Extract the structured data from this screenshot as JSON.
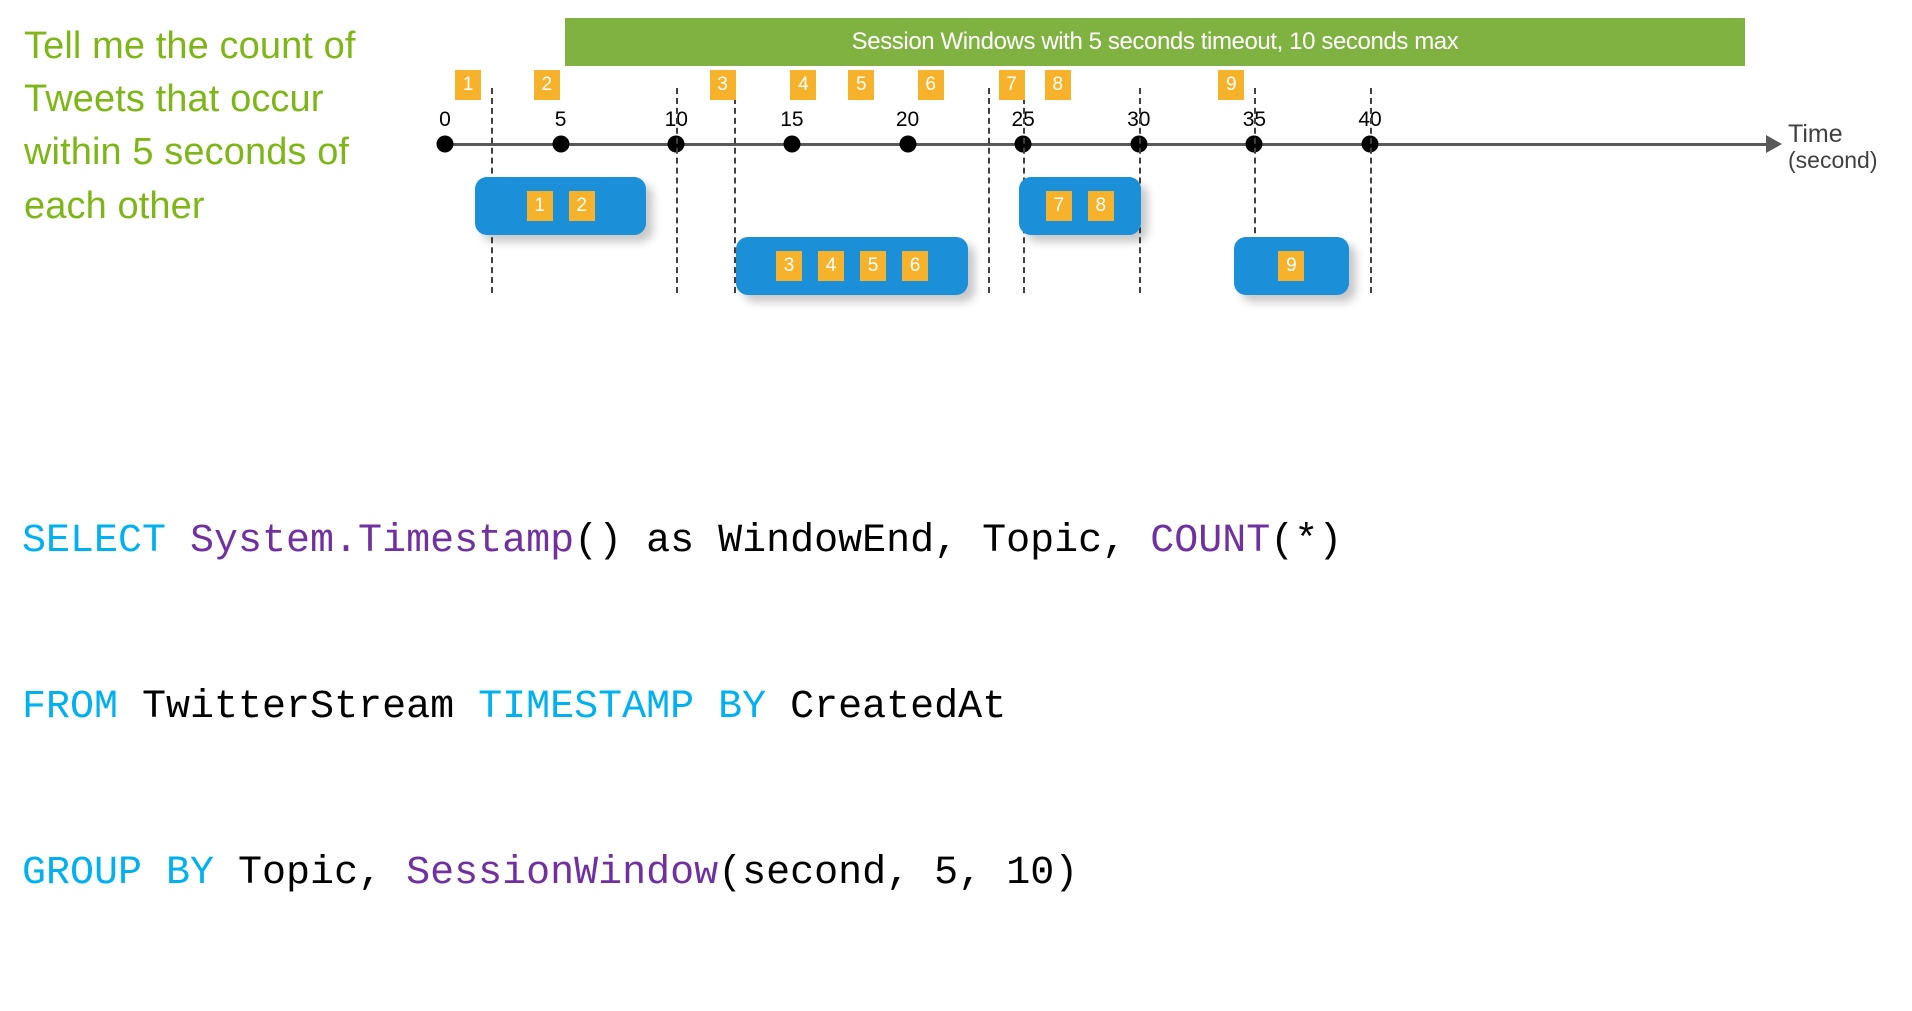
{
  "prompt": {
    "lines": [
      "Tell me the count of",
      "Tweets that occur",
      "within 5 seconds of",
      "each other"
    ],
    "color": "#7DB616"
  },
  "diagram": {
    "title": "Session Windows with 5 seconds timeout, 10 seconds max",
    "title_bar_color": "#7FB241",
    "axis": {
      "label": "Time",
      "unit_label": "(second)",
      "tick_labels": [
        "0",
        "5",
        "10",
        "15",
        "20",
        "25",
        "30",
        "35",
        "40"
      ],
      "tick_values": [
        0,
        5,
        10,
        15,
        20,
        25,
        30,
        35,
        40
      ],
      "min": 0,
      "max": 40,
      "axis_color": "#595959",
      "dot_color": "#000000"
    },
    "boundaries": [
      2,
      10,
      12.5,
      23.5,
      25,
      30,
      35,
      40
    ],
    "events": [
      {
        "id": "1",
        "t": 1.0
      },
      {
        "id": "2",
        "t": 4.4
      },
      {
        "id": "3",
        "t": 12.0
      },
      {
        "id": "4",
        "t": 15.5
      },
      {
        "id": "5",
        "t": 18.0
      },
      {
        "id": "6",
        "t": 21.0
      },
      {
        "id": "7",
        "t": 24.5
      },
      {
        "id": "8",
        "t": 26.5
      },
      {
        "id": "9",
        "t": 34.0
      }
    ],
    "event_color": "#F7B22C",
    "sessions": [
      {
        "name": "session-1",
        "start": 1.3,
        "end": 8.7,
        "events": [
          "1",
          "2"
        ]
      },
      {
        "name": "session-2",
        "start": 12.6,
        "end": 22.6,
        "events": [
          "3",
          "4",
          "5",
          "6"
        ]
      },
      {
        "name": "session-3",
        "start": 24.8,
        "end": 30.1,
        "events": [
          "7",
          "8"
        ]
      },
      {
        "name": "session-4",
        "start": 34.1,
        "end": 39.1,
        "events": [
          "9"
        ]
      }
    ],
    "session_color": "#1B8FD8"
  },
  "sql": {
    "line1": [
      {
        "t": "SELECT ",
        "c": "kw"
      },
      {
        "t": "System.Timestamp",
        "c": "fn"
      },
      {
        "t": "() as WindowEnd, Topic, ",
        "c": "id"
      },
      {
        "t": "COUNT",
        "c": "fn"
      },
      {
        "t": "(*)",
        "c": "id"
      }
    ],
    "line2": [
      {
        "t": "FROM ",
        "c": "kw"
      },
      {
        "t": "TwitterStream ",
        "c": "id"
      },
      {
        "t": "TIMESTAMP BY ",
        "c": "kw"
      },
      {
        "t": "CreatedAt",
        "c": "id"
      }
    ],
    "line3": [
      {
        "t": "GROUP BY ",
        "c": "kw"
      },
      {
        "t": "Topic, ",
        "c": "id"
      },
      {
        "t": "SessionWindow",
        "c": "fn"
      },
      {
        "t": "(second, 5, 10)",
        "c": "id"
      }
    ],
    "keyword_color": "#00B0F0",
    "function_color": "#7030A0",
    "identifier_color": "#000000"
  }
}
